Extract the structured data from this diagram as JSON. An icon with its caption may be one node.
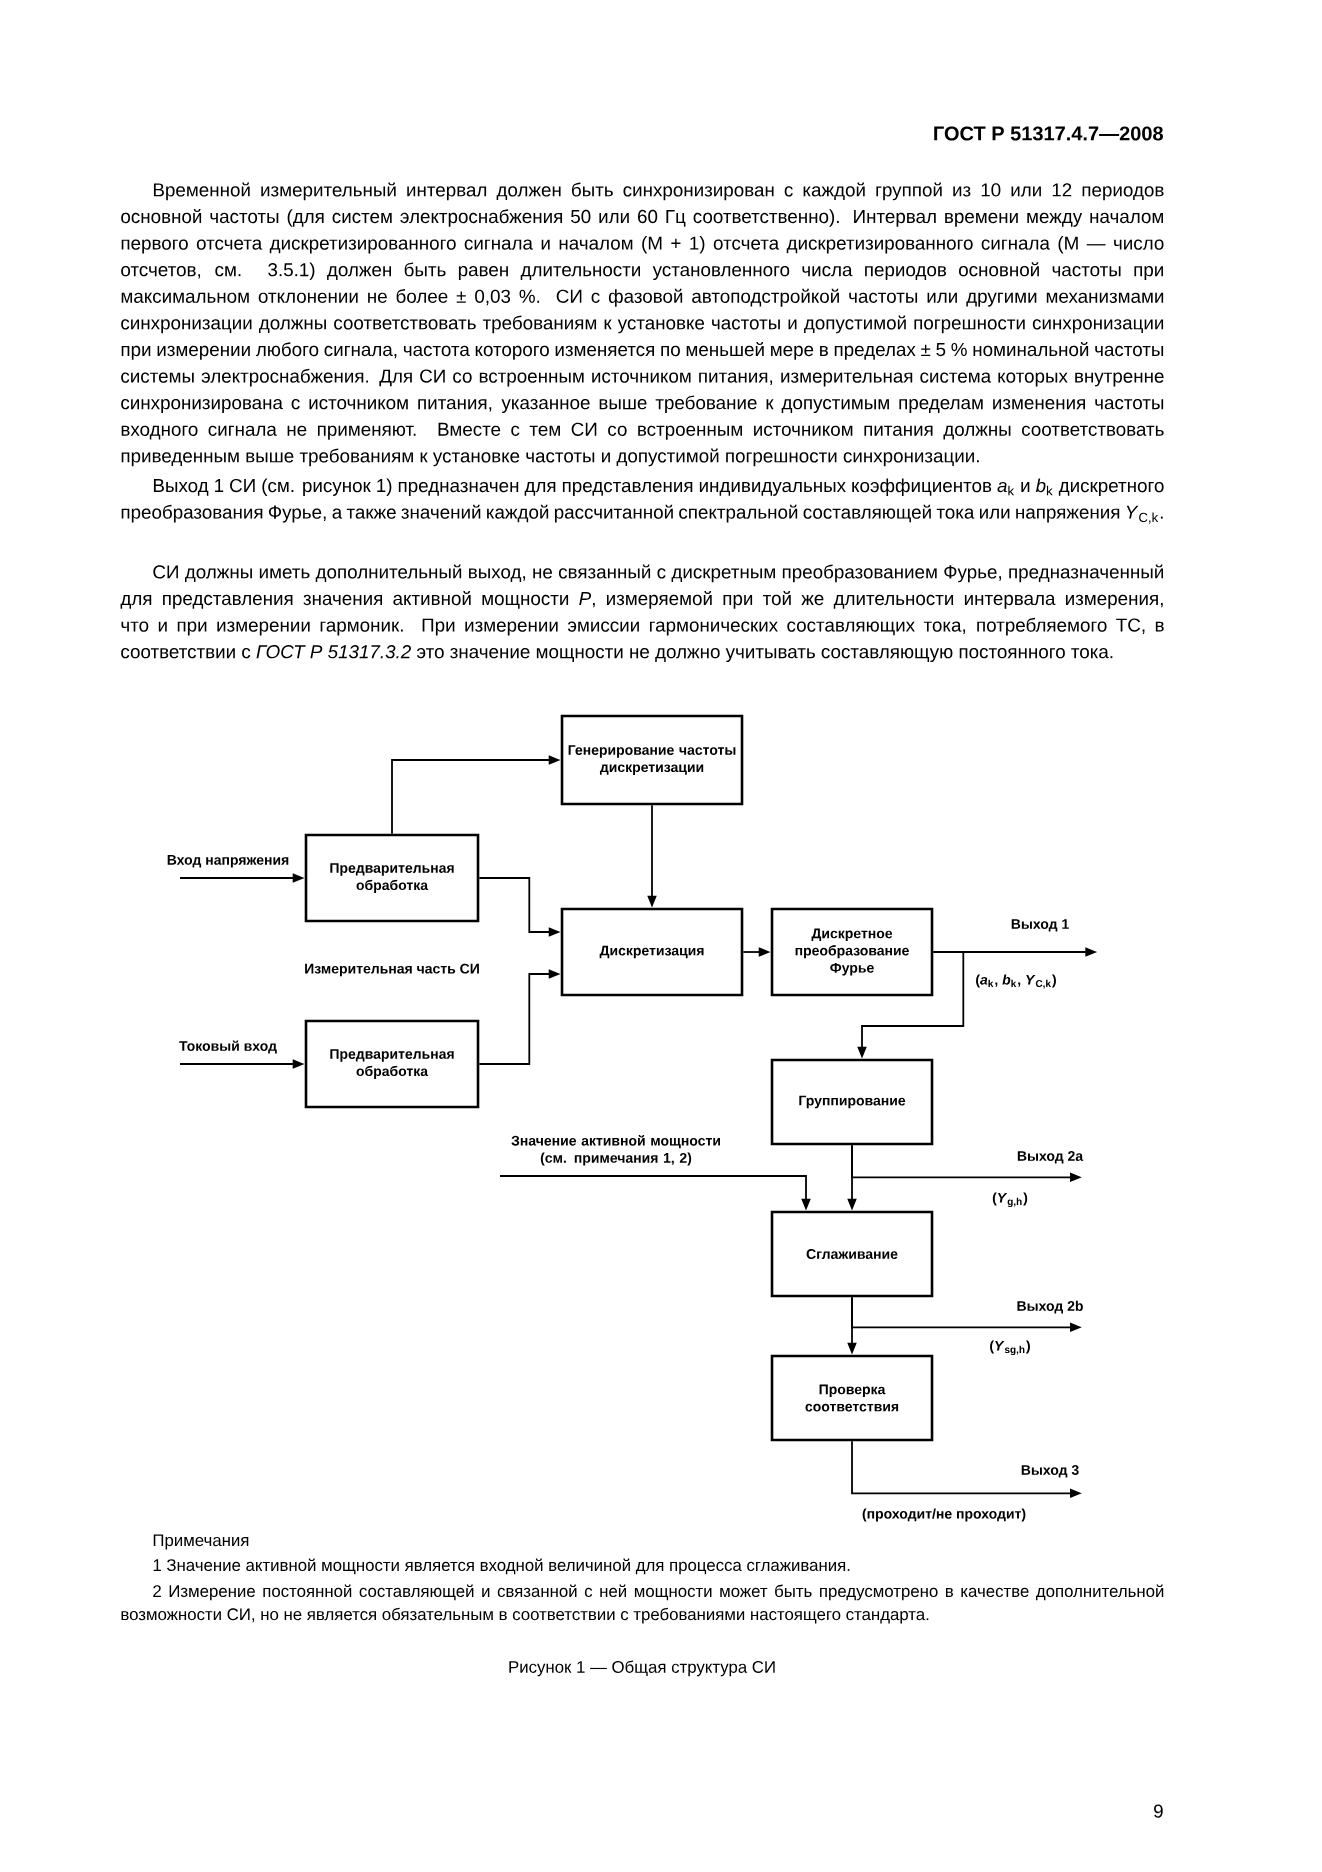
{
  "diagram": {
    "caption": "Рисунок 1 — Общая структура СИ",
    "nodes": [
      {
        "text": [
          "Генерирование частоты дискретизации"
        ]
      },
      {
        "text": [
          "Предварительная обработка"
        ]
      },
      {
        "text": [
          "Дискретизация"
        ]
      },
      {
        "text": [
          "Дискретное преобразование Фурье"
        ]
      },
      {
        "text": [
          "Предварительная обработка"
        ]
      },
      {
        "text": [
          "Группирование"
        ]
      },
      {
        "text": [
          "Сглаживание"
        ]
      },
      {
        "text": [
          "Проверка соответствия"
        ]
      }
    ],
    "edges": [
      {
        "from": 1,
        "to": 0,
        "arrow": "to"
      },
      {
        "from": 0,
        "to": 2,
        "arrow": "to"
      },
      {
        "from": 1,
        "to": 2,
        "arrow": "to"
      },
      {
        "from": 4,
        "to": 2,
        "arrow": "to"
      },
      {
        "from": 2,
        "to": 3,
        "arrow": "to"
      },
      {
        "from": 3,
        "to": null,
        "arrow": "to",
        "label": "Выход 1"
      },
      {
        "from": 3,
        "to": 5,
        "arrow": "to"
      },
      {
        "from": null,
        "to": 6,
        "arrow": "to",
        "label": "Значение активной мощности (см. примечания 1, 2)"
      },
      {
        "from": 5,
        "to": 6,
        "arrow": "to"
      },
      {
        "from": 5,
        "to": null,
        "arrow": "to",
        "label": "Выход 2a"
      },
      {
        "from": 6,
        "to": 7,
        "arrow": "to"
      },
      {
        "from": 6,
        "to": null,
        "arrow": "to",
        "label": "Выход 2b"
      },
      {
        "from": 7,
        "to": null,
        "arrow": "to",
        "label": "Выход 3"
      },
      {
        "from": null,
        "to": 1,
        "arrow": "to",
        "label": "Вход напряжения"
      },
      {
        "from": null,
        "to": 4,
        "arrow": "to",
        "label": "Токовый вход"
      }
    ],
    "labels": [
      "ГОСТ Р 51317.4.7—2008",
      "Временной измерительный интервал должен быть синхронизирован с каждой группой из 10 или 12 периодов основной частоты (для систем электроснабжения 50 или 60 Гц соответственно). Интервал времени между началом первого отсчета дискретизированного сигнала и началом (М + 1) отсчета дискретизированного сигнала (М — число отсчетов, см. 3.5.1) должен быть равен длительности установленного числа периодов основной частоты при максимальном отклонении не более ± 0,03 %. СИ с фазовой автоподстройкой частоты или другими механизмами синхронизации должны соответствовать требованиям к установке частоты и допустимой погрешности синхронизации при измерении любого сигнала, частота которого изменяется по меньшей мере в пределах ± 5 % номинальной частоты системы электроснабжения. Для СИ со встроенным источником питания, измерительная система которых внутренне синхронизирована с источником питания, указанное выше требование к допустимым пределам изменения частоты входного сигнала не применяют. Вместе с тем СИ со встроенным источником питания должны соответствовать приведенным выше требованиям к установке частоты и допустимой погрешности синхронизации.",
      "Выход 1 СИ (см. рисунок 1) предназначен для представления индивидуальных коэффициентов *a*$_{k}$ и *b*$_{k}$ дискретного преобразования Фурье, а также значений каждой рассчитанной спектральной составляющей тока или напряжения *Y*$_{C,k}$.",
      "СИ должны иметь дополнительный выход, не связанный с дискретным преобразованием Фурье, предназначенный для представления значения активной мощности *P*, измеряемой при той же длительности интервала измерения, что и при измерении гармоник. При измерении эмиссии гармонических составляющих тока, потребляемого ТС, в соответствии с *ГОСТ Р 51317.3.2* это значение мощности не должно учитывать составляющую постоянного тока.",
      "Измерительная часть СИ",
      "(*a*$_{k}$, *b*$_{k}$, *Y*$_{C,k}$)",
      "(*Y*$_{g,h}$)",
      "(*Y*$_{sg,h}$)",
      "(проходит/не проходит)",
      "Примечания",
      "1 Значение активной мощности является входной величиной для процесса сглаживания.",
      "2 Измерение постоянной составляющей и связанной с ней мощности может быть предусмотрено в качестве дополнительной возможности СИ, но не является обязательным в соответствии с требованиями настоящего стандарта.",
      "9"
    ]
  }
}
